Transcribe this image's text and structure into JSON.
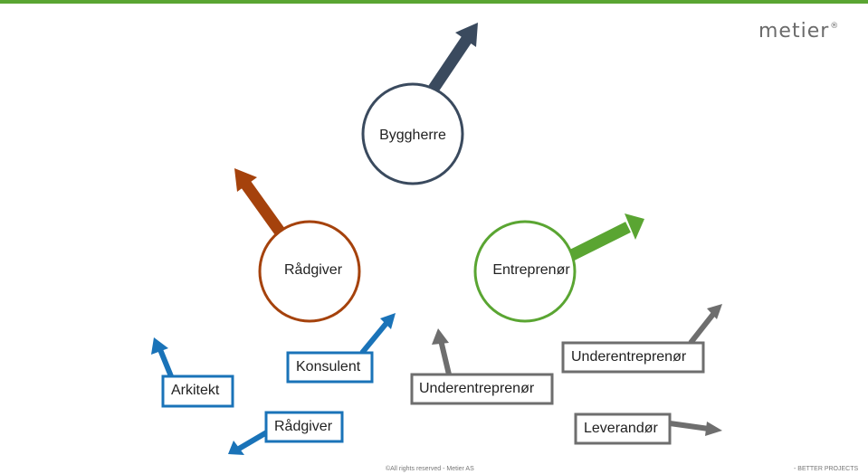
{
  "logo": {
    "text": "metier",
    "mark": "®"
  },
  "colors": {
    "topbar": "#5aa532",
    "byggherre": "#3a4a5e",
    "radgiver": "#a5420c",
    "entreprenor": "#5aa532",
    "advisor_boxes": "#1a73b8",
    "contractor_boxes": "#6e6e6e"
  },
  "circles": {
    "byggherre": "Byggherre",
    "radgiver": "Rådgiver",
    "entreprenor": "Entreprenør"
  },
  "boxes": {
    "arkitekt": "Arkitekt",
    "konsulent": "Konsulent",
    "radgiver": "Rådgiver",
    "underentreprenor_1": "Underentreprenør",
    "underentreprenor_2": "Underentreprenør",
    "leverandor": "Leverandør"
  },
  "footer": {
    "copyright": "©All rights reserved - Metier AS",
    "tagline": "- BETTER PROJECTS"
  }
}
